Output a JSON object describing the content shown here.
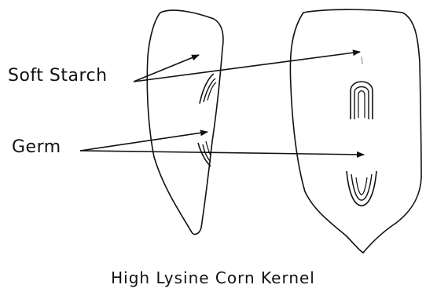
{
  "labels": {
    "soft_starch": "Soft Starch",
    "germ": "Germ"
  },
  "caption": "High Lysine Corn Kernel",
  "colors": {
    "ink": "#111111",
    "background": "#ffffff"
  }
}
